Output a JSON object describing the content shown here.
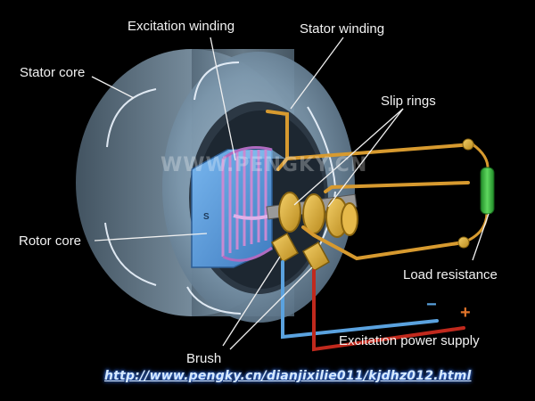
{
  "labels": {
    "excitation_winding": "Excitation winding",
    "stator_winding": "Stator winding",
    "stator_core": "Stator core",
    "slip_rings": "Slip rings",
    "rotor_core": "Rotor core",
    "load_resistance": "Load resistance",
    "brush": "Brush",
    "excitation_power_supply": "Excitation power supply"
  },
  "polarity": {
    "minus": "−",
    "plus": "+"
  },
  "watermark": "WWW.PENGKY.CN",
  "source_url": "http://www.pengky.cn/dianjixilie011/kjdhz012.html",
  "colors": {
    "background": "#000000",
    "stator": "#7d98ad",
    "rotor_core": "#5b9bd8",
    "winding": "#c88ad2",
    "conductor": "#d79a2f",
    "load": "#36b53c",
    "positive_lead": "#c0291d",
    "negative_lead": "#5aa2df"
  }
}
